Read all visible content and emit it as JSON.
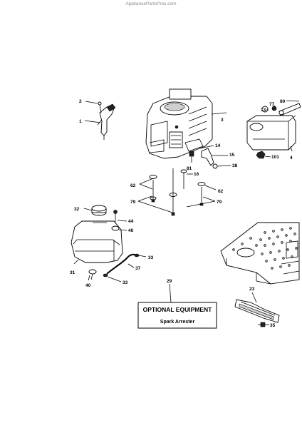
{
  "watermark": "AppliancePartsPros.com",
  "optional_box": {
    "title": "OPTIONAL EQUIPMENT",
    "subtitle": "Spark Arrester"
  },
  "callouts": {
    "c2": "2",
    "c1": "1",
    "c3": "3",
    "c14": "14",
    "c15": "15",
    "c38": "38",
    "c81": "81",
    "c16": "16",
    "c62a": "62",
    "c62b": "62",
    "c79a": "79",
    "c79b": "79",
    "c80": "80",
    "c77": "77",
    "c13": "13",
    "c101": "101",
    "c4": "4",
    "c32": "32",
    "c44": "44",
    "c46": "46",
    "c33a": "33",
    "c37": "37",
    "c31": "31",
    "c40": "40",
    "c33b": "33",
    "c29": "29",
    "c23": "23",
    "c35": "35"
  }
}
